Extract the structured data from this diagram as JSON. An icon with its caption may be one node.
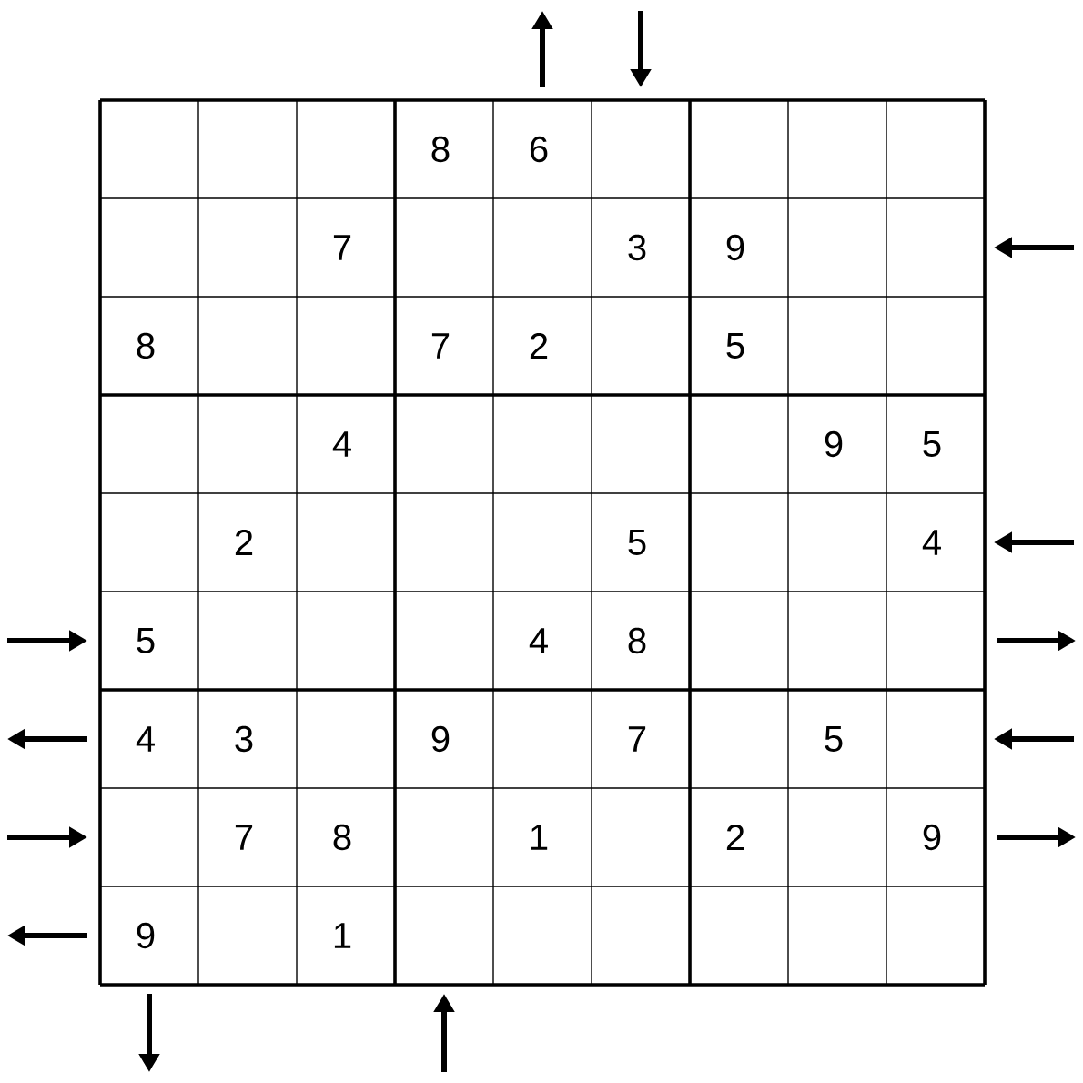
{
  "diagram": {
    "labels": [
      "8",
      "6",
      "7",
      "3",
      "9",
      "8",
      "7",
      "2",
      "5",
      "4",
      "9",
      "5",
      "2",
      "5",
      "4",
      "5",
      "4",
      "8",
      "4",
      "3",
      "9",
      "7",
      "5",
      "7",
      "8",
      "1",
      "2",
      "9",
      "9",
      "1"
    ]
  }
}
